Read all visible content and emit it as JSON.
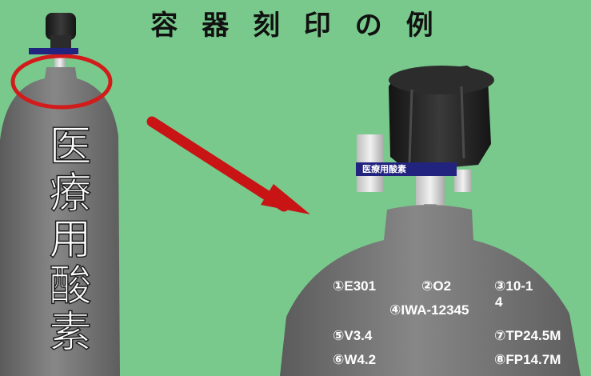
{
  "title": "容 器 刻 印 の 例",
  "cylinder_label": [
    "医",
    "療",
    "用",
    "酸",
    "素"
  ],
  "valve_tag": "医療用酸素",
  "markings": {
    "m1": "①E301",
    "m2": "②O2",
    "m3a": "③10-1",
    "m3b": "4",
    "m4": "④IWA-12345",
    "m5": "⑤V3.4",
    "m6": "⑥W4.2",
    "m7": "⑦TP24.5M",
    "m8": "⑧FP14.7M"
  },
  "colors": {
    "background": "#79c98d",
    "cylinder": "#6f6f6f",
    "highlight_circle": "#d21c1c",
    "arrow": "#c81414",
    "label_tag": "#22237e"
  },
  "icons": [
    "oxygen-cylinder-icon",
    "valve-cap-icon",
    "arrow-icon"
  ]
}
